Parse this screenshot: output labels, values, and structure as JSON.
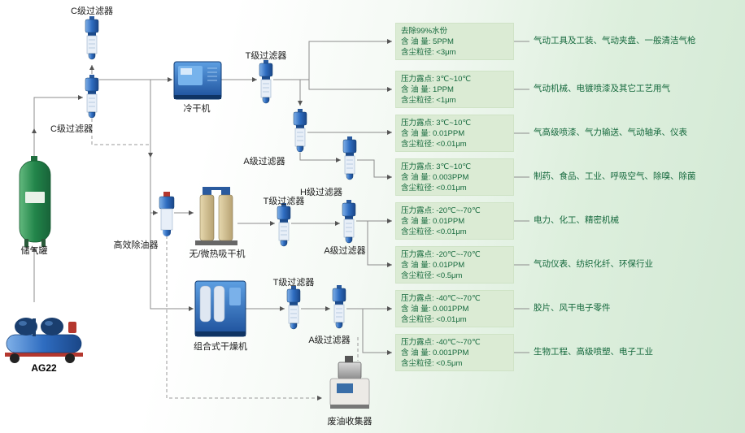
{
  "colors": {
    "background_green": "#d2e8d4",
    "spec_box_bg": "#dbebd4",
    "spec_text_green": "#14683c",
    "line_gray": "#8c8c8c",
    "tank_green": "#22854a",
    "machine_blue": "#1c4f9a"
  },
  "devices": {
    "filter_c1_label": "C级过滤器",
    "filter_c2_label": "C级过滤器",
    "cold_dryer_label": "冷干机",
    "filter_t1_label": "T级过滤器",
    "filter_a1_label": "A级过滤器",
    "filter_h_label": "H级过滤器",
    "oil_remover_label": "高效除油器",
    "adsorption_dryer_label": "无/微热吸干机",
    "filter_t2_label": "T级过滤器",
    "filter_a2_label": "A级过滤器",
    "combined_dryer_label": "组合式干燥机",
    "filter_t3_label": "T级过滤器",
    "filter_a3_label": "A级过滤器",
    "storage_tank_label": "储气罐",
    "compressor_label": "AG22",
    "waste_collector_label": "废油收集器"
  },
  "specs": [
    {
      "l1": "去除99%水份",
      "l2": "含 油 量: 5PPM",
      "l3": "含尘粒径: <3μm",
      "app": "气动工具及工装、气动夹盘、一般清洁气枪"
    },
    {
      "l1": "压力露点: 3℃~10℃",
      "l2": "含 油 量: 1PPM",
      "l3": "含尘粒径: <1μm",
      "app": "气动机械、电镀喷漆及其它工艺用气"
    },
    {
      "l1": "压力露点: 3℃~10℃",
      "l2": "含 油 量: 0.01PPM",
      "l3": "含尘粒径: <0.01μm",
      "app": "气高级喷漆、气力输送、气动轴承、仪表"
    },
    {
      "l1": "压力露点: 3℃~10℃",
      "l2": "含 油 量: 0.003PPM",
      "l3": "含尘粒径: <0.01μm",
      "app": "制药、食品、工业、呼吸空气、除嗅、除菌"
    },
    {
      "l1": "压力露点: -20℃~-70℃",
      "l2": "含 油 量: 0.01PPM",
      "l3": "含尘粒径: <0.01μm",
      "app": "电力、化工、精密机械"
    },
    {
      "l1": "压力露点: -20℃~-70℃",
      "l2": "含 油 量: 0.01PPM",
      "l3": "含尘粒径: <0.5μm",
      "app": "气动仪表、纺织化纤、环保行业"
    },
    {
      "l1": "压力露点: -40℃~-70℃",
      "l2": "含 油 量: 0.001PPM",
      "l3": "含尘粒径: <0.01μm",
      "app": "胶片、风干电子零件"
    },
    {
      "l1": "压力露点: -40℃~-70℃",
      "l2": "含 油 量: 0.001PPM",
      "l3": "含尘粒径: <0.5μm",
      "app": "生物工程、高级喷塑、电子工业"
    }
  ]
}
